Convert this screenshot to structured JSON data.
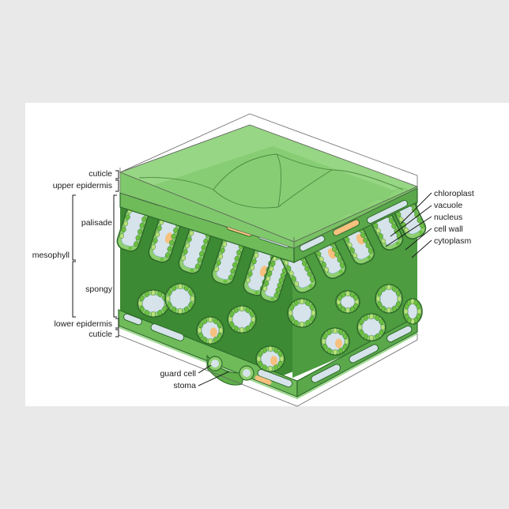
{
  "colors": {
    "background": "#eae9ea",
    "poster": "#ffffff",
    "cuticle_top": "#8ed27a",
    "cuticle_side": "#6fbb5a",
    "tissue": "#5faf4a",
    "tissue_dark": "#3f8d34",
    "cell_wall": "#2e6b2a",
    "cytoplasm": "#8fcf6f",
    "vacuole": "#d6e3ea",
    "nucleus": "#f6c07e",
    "chloroplast": "#6cc040",
    "chloroplast_light": "#b8e27a",
    "outline": "#1e1e1e"
  },
  "labels": {
    "left": {
      "cuticle_top": "cuticle",
      "upper_epidermis": "upper epidermis",
      "mesophyll": "mesophyll",
      "palisade": "palisade",
      "spongy": "spongy",
      "lower_epidermis": "lower epidermis",
      "cuticle_bottom": "cuticle",
      "guard_cell": "guard cell",
      "stoma": "stoma"
    },
    "right": {
      "chloroplast": "chloroplast",
      "vacuole": "vacuole",
      "nucleus": "nucleus",
      "cell_wall": "cell wall",
      "cytoplasm": "cytoplasm"
    }
  }
}
